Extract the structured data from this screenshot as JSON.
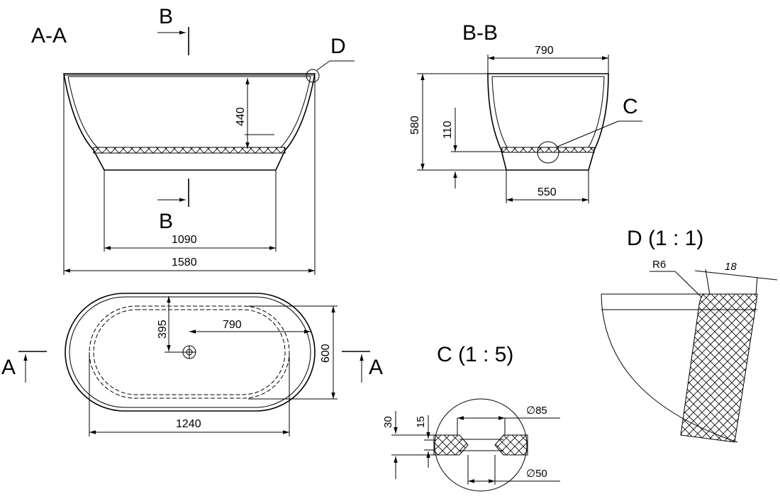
{
  "labels": {
    "section_aa": "A-A",
    "section_bb": "B-B",
    "cut_b_top": "B",
    "cut_b_bottom": "B",
    "cut_a_left": "A",
    "cut_a_right": "A",
    "ref_d": "D",
    "ref_c": "C",
    "detail_c_title": "C  (1 : 5)",
    "detail_d_title": "D  (1 : 1)"
  },
  "dimensions": {
    "aa_depth": "440",
    "aa_base_width": "1090",
    "aa_total_width": "1580",
    "bb_top_width": "790",
    "bb_height": "580",
    "bb_floor": "110",
    "bb_base_width": "550",
    "plan_drain_offset_y": "395",
    "plan_drain_offset_x": "790",
    "plan_width": "600",
    "plan_inner_length": "1240",
    "c_thickness_30": "30",
    "c_thickness_15": "15",
    "c_dia_85": "∅85",
    "c_dia_50": "∅50",
    "d_radius": "R6",
    "d_wall": "18"
  }
}
